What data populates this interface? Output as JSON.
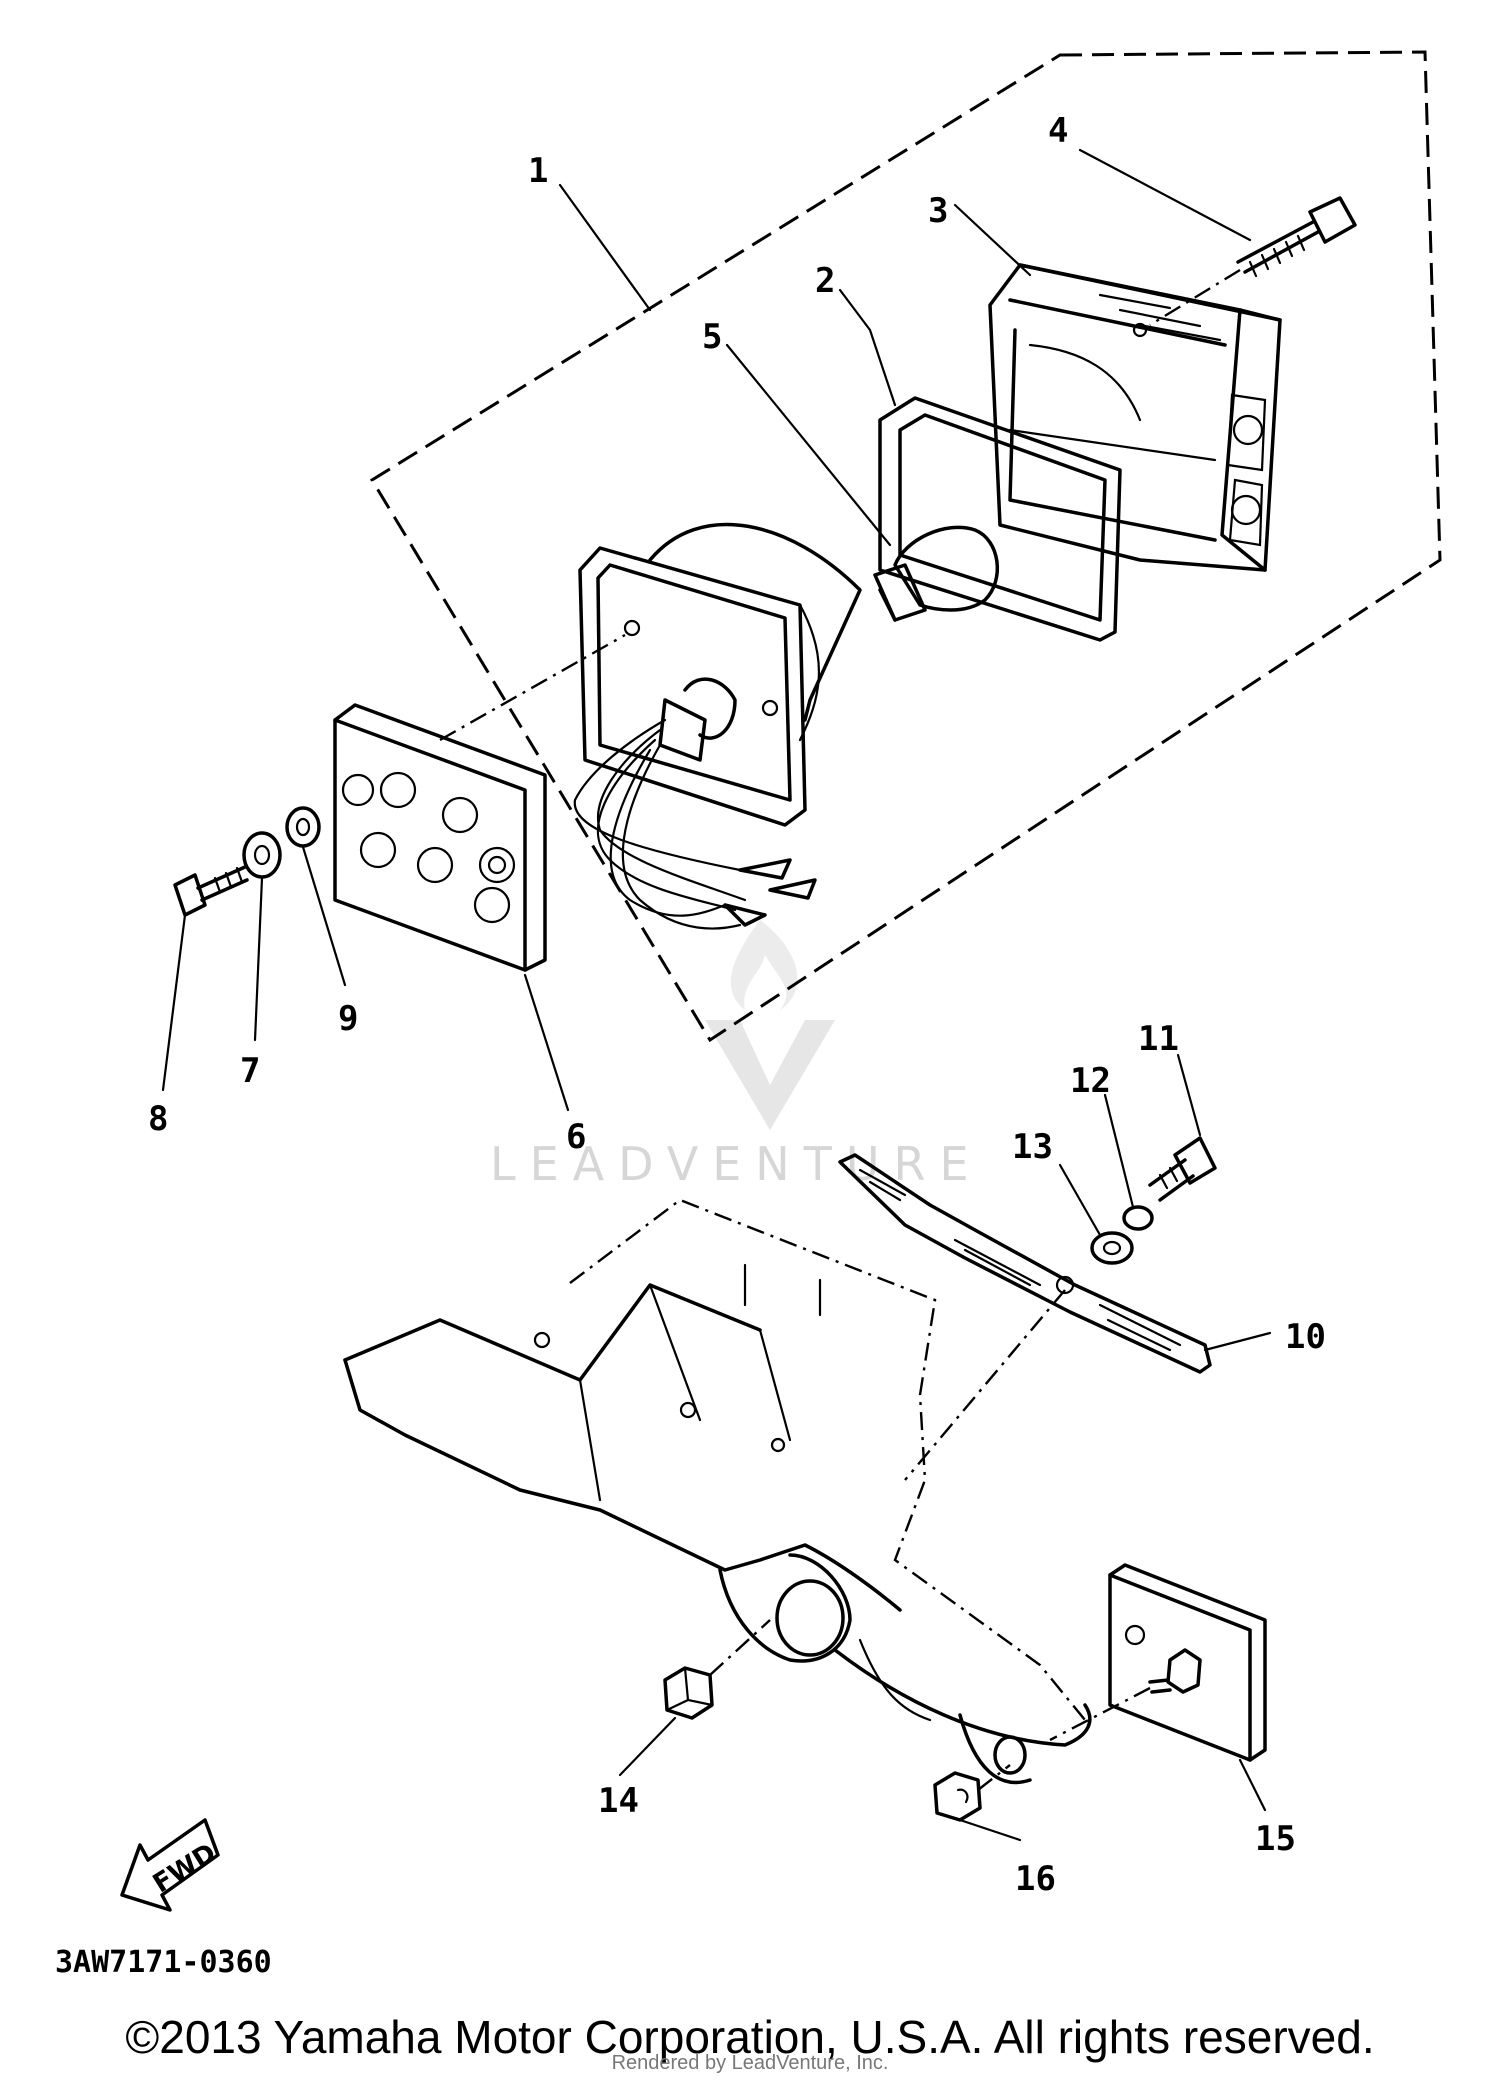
{
  "diagram": {
    "callouts": [
      "1",
      "2",
      "3",
      "4",
      "5",
      "6",
      "7",
      "8",
      "9",
      "10",
      "11",
      "12",
      "13",
      "14",
      "15",
      "16"
    ],
    "part_code": "3AW7171-0360",
    "direction_label": "FWD",
    "watermark": "LEADVENTURE"
  },
  "footer": {
    "copyright": "©2013 Yamaha Motor Corporation, U.S.A. All rights reserved.",
    "rendered_by": "Rendered by LeadVenture, Inc."
  }
}
